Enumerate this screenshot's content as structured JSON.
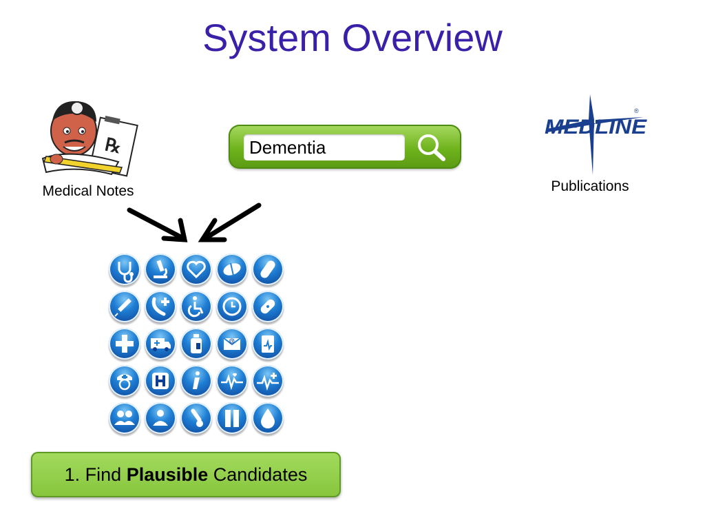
{
  "title": "System Overview",
  "left": {
    "label": "Medical Notes",
    "icon": "doctor-prescription-cartoon"
  },
  "search": {
    "value": "Dementia",
    "icon": "magnifier-icon"
  },
  "right": {
    "logo_text": "MEDLINE",
    "label": "Publications"
  },
  "icons": [
    [
      "stethoscope-icon",
      "microscope-icon",
      "heart-icon",
      "pill-icon",
      "capsule-icon"
    ],
    [
      "syringe-icon",
      "phone-icon",
      "wheelchair-icon",
      "clock-icon",
      "bandage-icon"
    ],
    [
      "medical-cross-icon",
      "ambulance-icon",
      "medicine-bottle-icon",
      "email-icon",
      "clipboard-icon"
    ],
    [
      "nurse-icon",
      "hospital-icon",
      "info-icon",
      "heartbeat-icon",
      "heartbeat-cross-icon"
    ],
    [
      "group-icon",
      "patients-icon",
      "thermometer-icon",
      "book-icon",
      "drop-icon"
    ]
  ],
  "button": {
    "prefix": "1. Find ",
    "bold": "Plausible",
    "suffix": " Candidates"
  }
}
